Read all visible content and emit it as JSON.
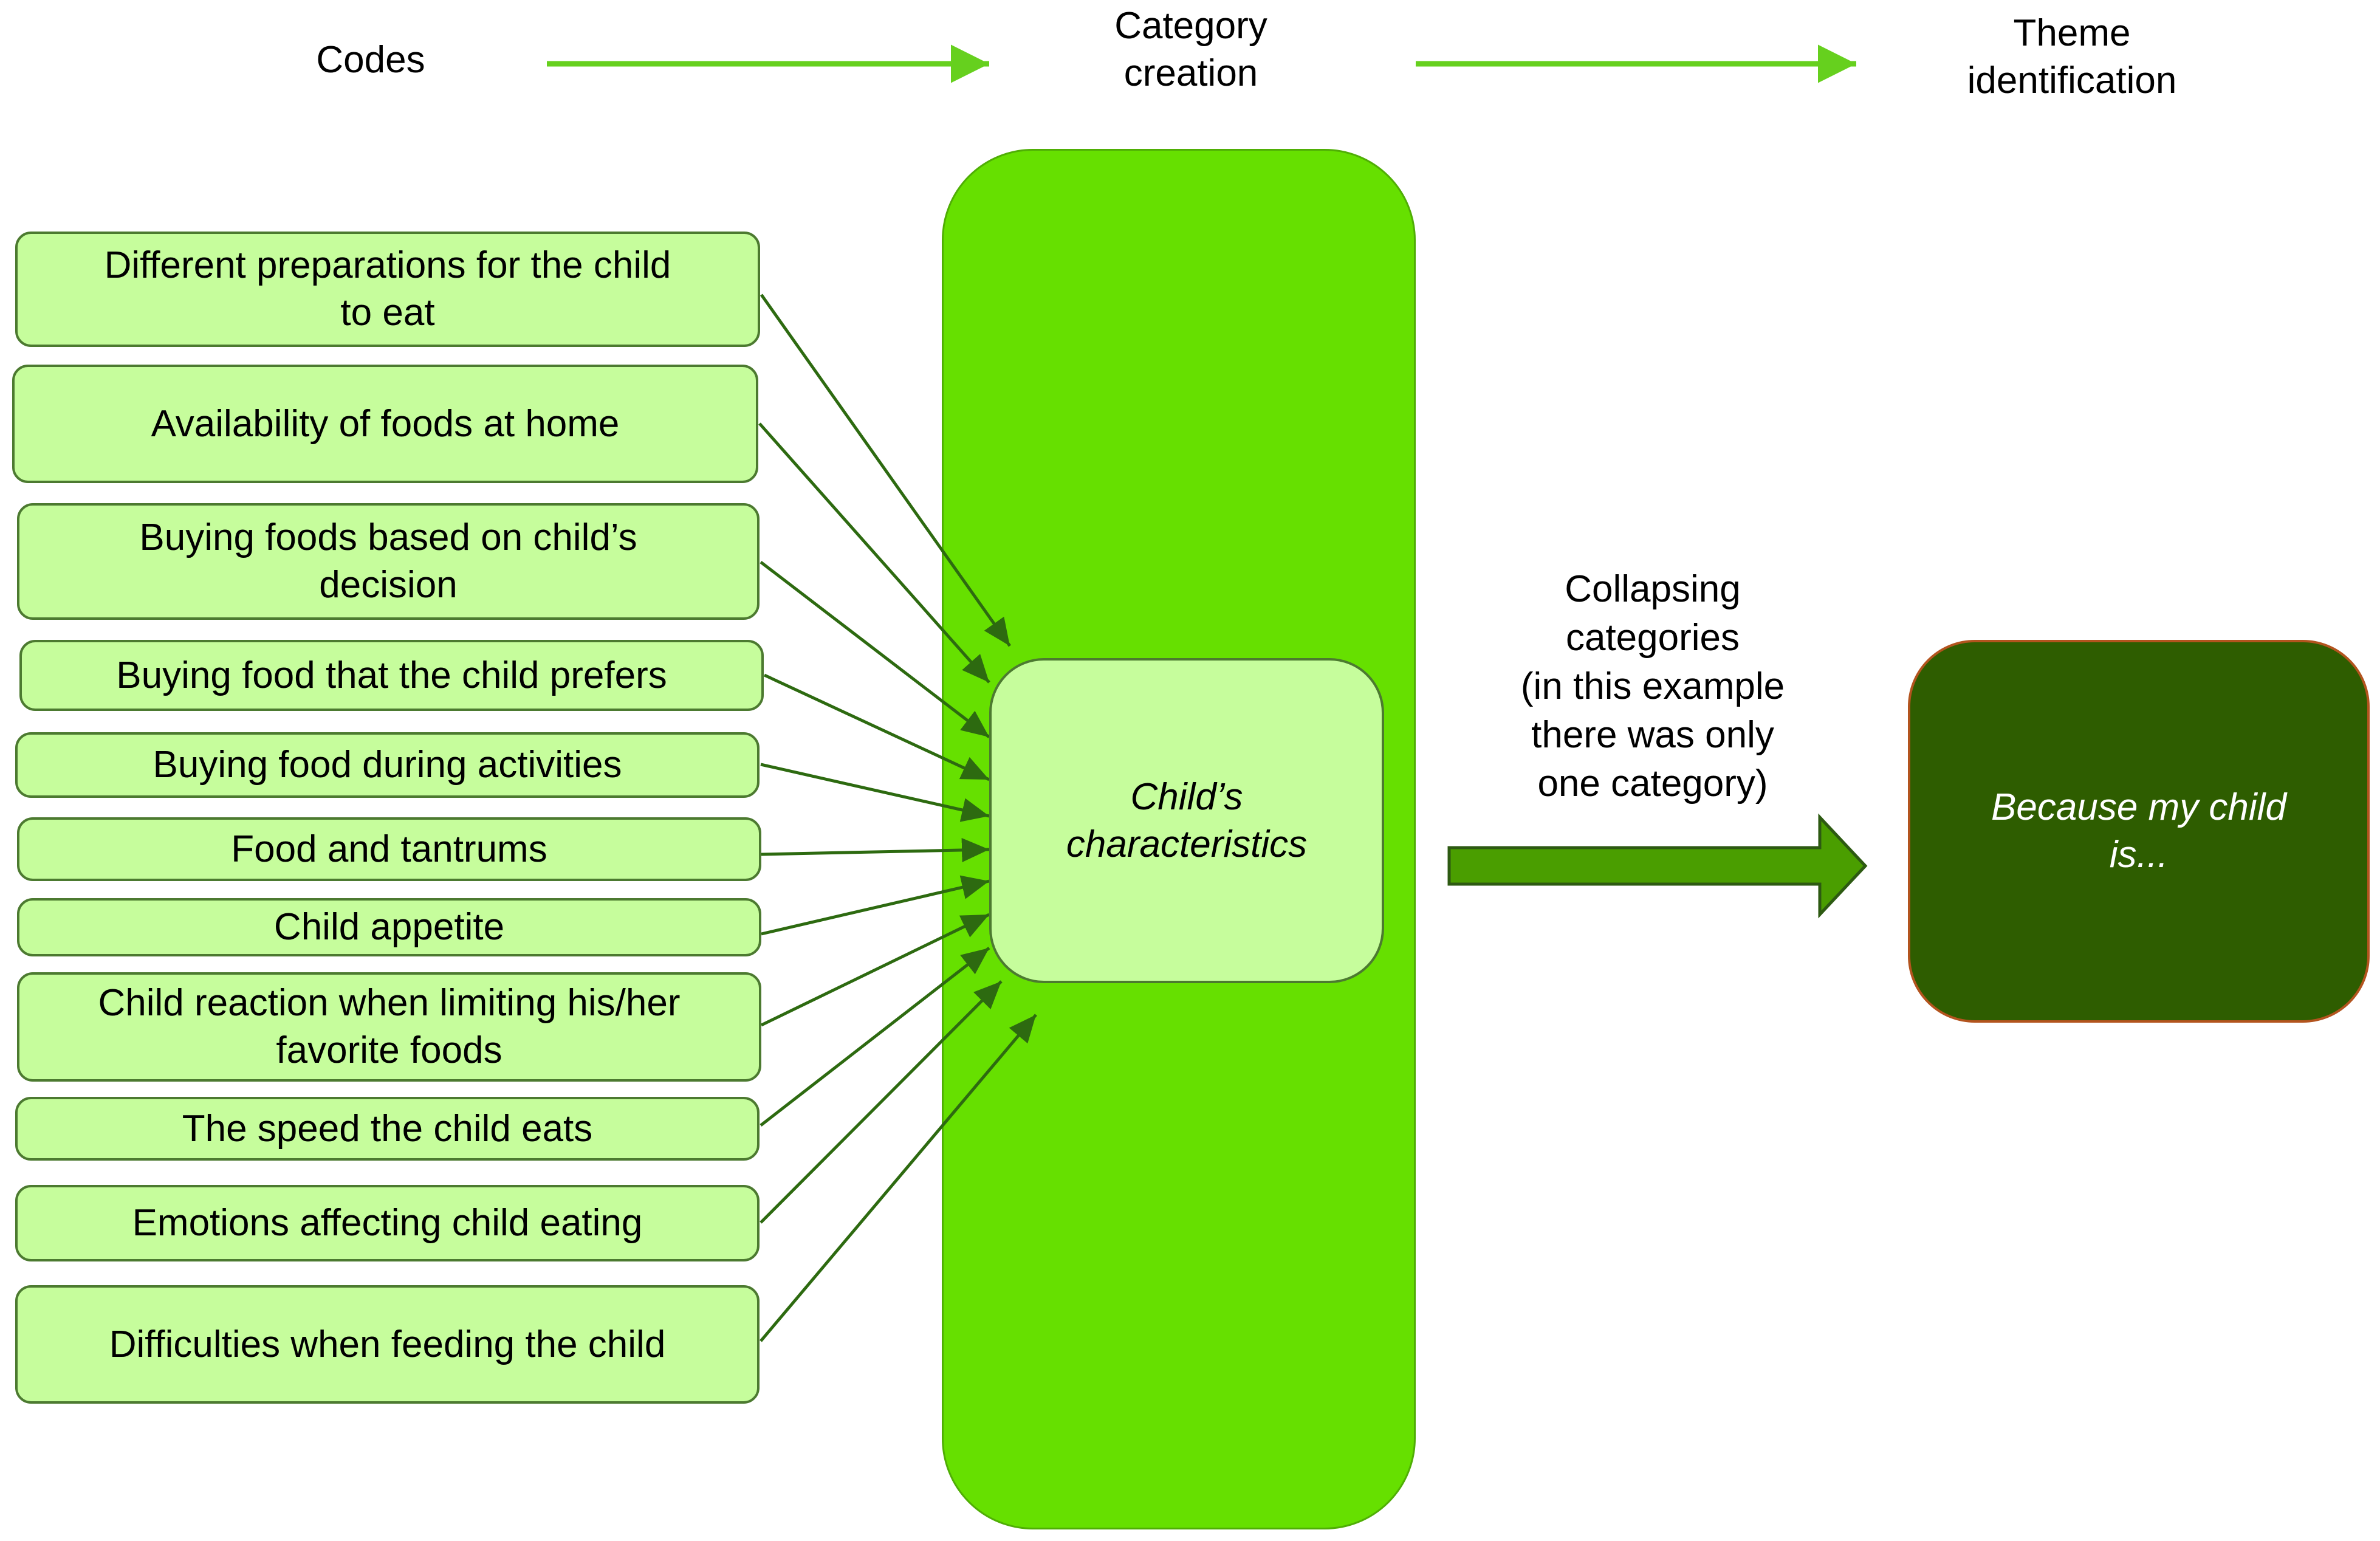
{
  "headers": {
    "codes": "Codes",
    "category": "Category\ncreation",
    "theme": "Theme\nidentification"
  },
  "codes": [
    "Different preparations for the child\nto eat",
    "Availability of foods at home",
    "Buying foods based on child’s\ndecision",
    "Buying food that the child prefers",
    "Buying food during activities",
    "Food and tantrums",
    "Child appetite",
    "Child reaction when limiting his/her\nfavorite foods",
    "The speed the child eats",
    "Emotions affecting child eating",
    "Difficulties when feeding the child"
  ],
  "category": "Child’s\ncharacteristics",
  "collapse_label": "Collapsing\ncategories\n(in this example\nthere was only\none category)",
  "theme": "Because my child\nis...",
  "colors": {
    "header_arrow": "#66d01e",
    "code_fill": "#c6fd9c",
    "code_border": "#4c7a30",
    "category_column": "#66e000",
    "connector": "#2d6a10",
    "big_arrow": "#4a9e00",
    "theme_fill": "#2e5d00",
    "theme_border": "#b3541e"
  }
}
